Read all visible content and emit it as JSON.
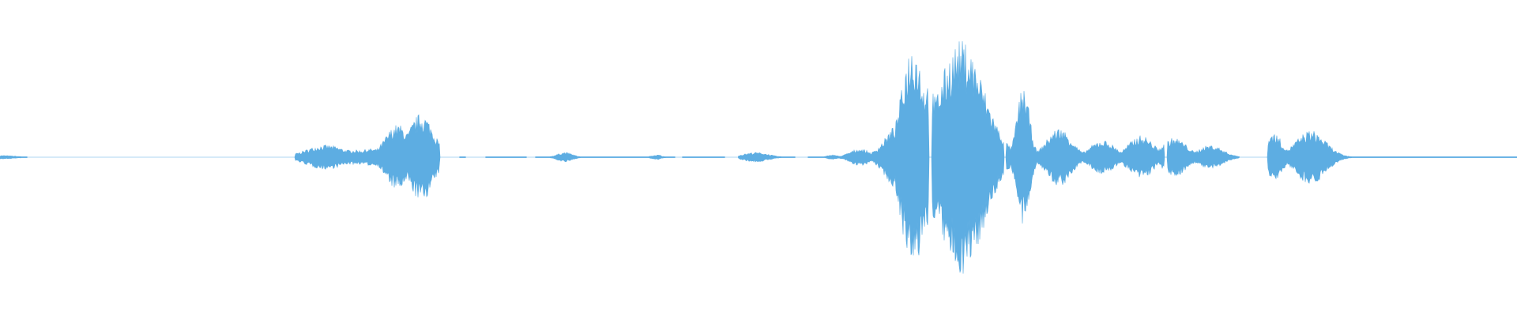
{
  "waveform": {
    "color": "#5dade2",
    "background": "#ffffff",
    "bursts": [
      {
        "t": 0.0,
        "a": 0.015,
        "w": 0.012,
        "s": 0.9
      },
      {
        "t": 0.243,
        "a": 0.02,
        "w": 0.02,
        "s": 0.8
      },
      {
        "t": 0.25,
        "a": 0.06,
        "w": 0.006,
        "s": 0.8
      },
      {
        "t": 0.263,
        "a": 0.1,
        "w": 0.016,
        "s": 0.85
      },
      {
        "t": 0.285,
        "a": 0.06,
        "w": 0.02,
        "s": 0.8
      },
      {
        "t": 0.3,
        "a": 0.07,
        "w": 0.012,
        "s": 0.8
      },
      {
        "t": 0.321,
        "a": 0.27,
        "w": 0.01,
        "s": 0.8
      },
      {
        "t": 0.34,
        "a": 0.36,
        "w": 0.01,
        "s": 0.85
      },
      {
        "t": 0.456,
        "a": 0.04,
        "w": 0.006,
        "s": 0.8
      },
      {
        "t": 0.53,
        "a": 0.02,
        "w": 0.004,
        "s": 0.8
      },
      {
        "t": 0.61,
        "a": 0.04,
        "w": 0.01,
        "s": 0.8
      },
      {
        "t": 0.672,
        "a": 0.02,
        "w": 0.004,
        "s": 0.8
      },
      {
        "t": 0.694,
        "a": 0.07,
        "w": 0.008,
        "s": 0.85
      },
      {
        "t": 0.713,
        "a": 0.06,
        "w": 0.009,
        "s": 0.85
      },
      {
        "t": 0.728,
        "a": 0.3,
        "w": 0.012,
        "s": 0.75
      },
      {
        "t": 0.737,
        "a": 0.95,
        "w": 0.009,
        "s": 0.75
      },
      {
        "t": 0.748,
        "a": 0.62,
        "w": 0.01,
        "s": 0.8
      },
      {
        "t": 0.776,
        "a": 0.96,
        "w": 0.018,
        "s": 0.9
      },
      {
        "t": 0.826,
        "a": 0.58,
        "w": 0.005,
        "s": 0.75
      },
      {
        "t": 0.855,
        "a": 0.24,
        "w": 0.01,
        "s": 0.8
      },
      {
        "t": 0.89,
        "a": 0.14,
        "w": 0.01,
        "s": 0.8
      },
      {
        "t": 0.921,
        "a": 0.18,
        "w": 0.01,
        "s": 0.8
      },
      {
        "t": 0.948,
        "a": 0.16,
        "w": 0.01,
        "s": 0.8
      },
      {
        "t": 0.977,
        "a": 0.1,
        "w": 0.01,
        "s": 0.8
      },
      {
        "t": 1.028,
        "a": 0.2,
        "w": 0.007,
        "s": 0.8
      },
      {
        "t": 1.058,
        "a": 0.22,
        "w": 0.012,
        "s": 0.85
      }
    ],
    "silences": [
      [
        0.022,
        0.238
      ],
      [
        0.355,
        0.371
      ],
      [
        0.376,
        0.392
      ],
      [
        0.425,
        0.432
      ],
      [
        0.545,
        0.551
      ],
      [
        0.585,
        0.596
      ],
      [
        0.642,
        0.652
      ],
      [
        0.75,
        0.752
      ],
      [
        0.81,
        0.812
      ],
      [
        0.94,
        0.942
      ],
      [
        1.0,
        1.023
      ]
    ]
  }
}
